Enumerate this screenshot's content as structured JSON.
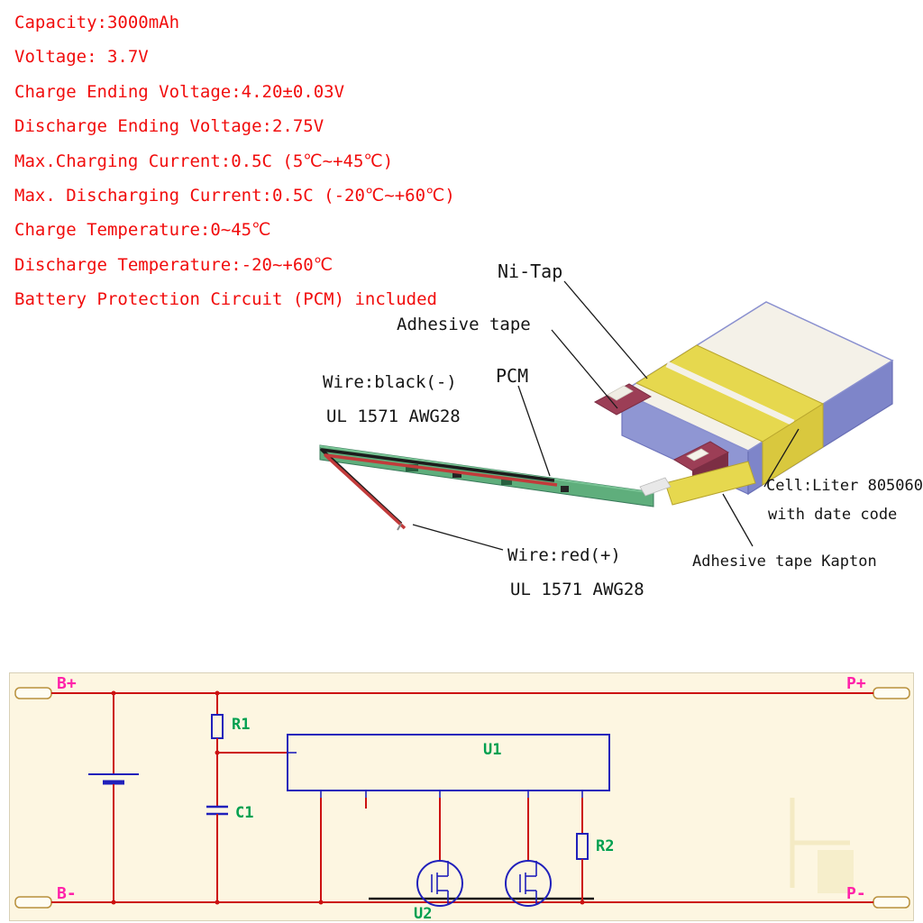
{
  "specs": {
    "lines": [
      "Capacity:3000mAh",
      "Voltage: 3.7V",
      "Charge Ending Voltage:4.20±0.03V",
      "Discharge Ending Voltage:2.75V",
      "Max.Charging Current:0.5C (5℃~+45℃)",
      "Max. Discharging Current:0.5C (-20℃~+60℃)",
      "Charge Temperature:0~45℃",
      "Discharge Temperature:-20~+60℃",
      "Battery Protection Circuit (PCM) included"
    ],
    "text_color": "#f10c0c"
  },
  "battery_figure": {
    "labels": {
      "ni_tap": "Ni-Tap",
      "adhesive_tape": "Adhesive tape",
      "pcm": "PCM",
      "wire_black": "Wire:black(-)",
      "wire_black_gauge": "UL 1571 AWG28",
      "wire_red": "Wire:red(+)",
      "wire_red_gauge": "UL 1571 AWG28",
      "cell": "Cell:Liter 805060",
      "date_code": "with date code",
      "kapton": "Adhesive tape Kapton"
    },
    "colors": {
      "cell_body": "#8f96d3",
      "cell_top": "#f4f1e8",
      "tape": "#e6d84e",
      "pcm_board": "#5fae7c",
      "tab_block": "#9c3e56",
      "wire_black": "#1c1c1c",
      "wire_red": "#c23b3b"
    }
  },
  "schematic": {
    "terminals": {
      "b_plus": "B+",
      "p_plus": "P+",
      "b_minus": "B-",
      "p_minus": "P-"
    },
    "components": {
      "r1": "R1",
      "c1": "C1",
      "r2": "R2",
      "u1": "U1",
      "u2": "U2"
    },
    "colors": {
      "background": "#fdf6e1",
      "wire": "#cc1111",
      "component": "#2020bb",
      "label": "#00a050",
      "terminal": "#ff22aa"
    }
  }
}
